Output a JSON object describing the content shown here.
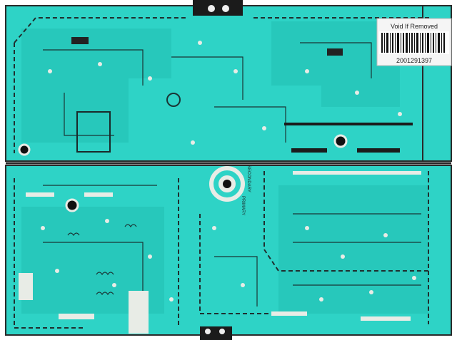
{
  "sticker": {
    "void_label": "Void If Removed",
    "serial": "2001291397"
  },
  "silkscreen": {
    "secondary": "SECONDARY",
    "primary": "PRIMARY"
  },
  "colors": {
    "board": "#2ed3c6",
    "board_dark": "#1fb5aa",
    "trace": "#22bfb3",
    "pad": "#e8ece6",
    "shadow": "#1e3a3a"
  }
}
